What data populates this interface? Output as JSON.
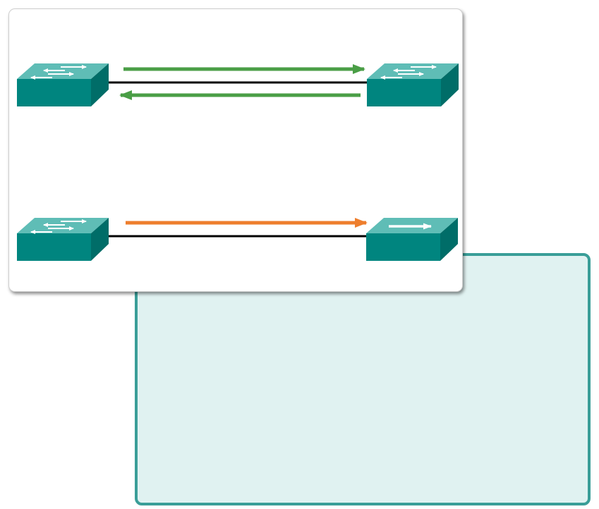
{
  "diagram": {
    "link_color": "#000000",
    "colors": {
      "switch_top": "#5fbdb6",
      "switch_front": "#00857f",
      "switch_side": "#006d68",
      "full_duplex_arrow": "#4a9e46",
      "half_duplex_arrow": "#ee7e2d",
      "note_panel_fill": "#e0f2f1",
      "note_panel_border": "#3a9e98"
    },
    "top_pair": {
      "left_device": "switch-icon",
      "right_device": "switch-icon",
      "arrows": [
        "left-to-right",
        "right-to-left"
      ]
    },
    "bottom_pair": {
      "left_device": "switch-icon",
      "right_device": "hub-icon",
      "arrows": [
        "left-to-right"
      ]
    }
  }
}
